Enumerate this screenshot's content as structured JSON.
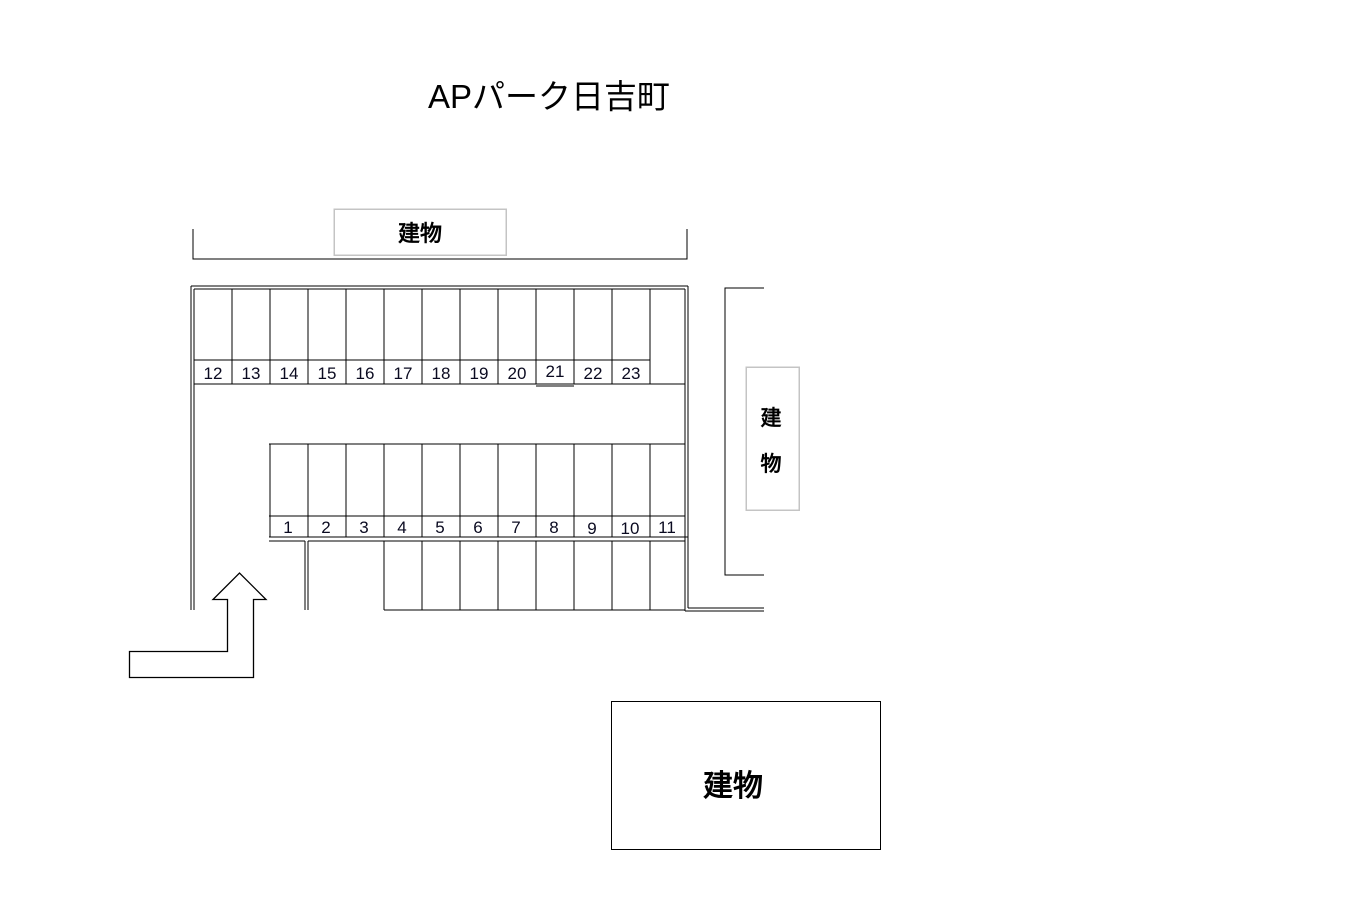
{
  "title": "APパーク日吉町",
  "buildings": {
    "top": {
      "label": "建物"
    },
    "right": {
      "label_line1": "建",
      "label_line2": "物"
    },
    "bottom": {
      "label": "建物"
    }
  },
  "parking": {
    "upper_row": {
      "stalls": [
        "12",
        "13",
        "14",
        "15",
        "16",
        "17",
        "18",
        "19",
        "20",
        "21",
        "22",
        "23"
      ]
    },
    "lower_row": {
      "stalls": [
        "1",
        "2",
        "3",
        "4",
        "5",
        "6",
        "7",
        "8",
        "9",
        "10",
        "11"
      ]
    }
  },
  "entrance": {
    "icon": "entrance-arrow-icon"
  },
  "colors": {
    "lines": "#000000",
    "building_border": "#c4c4c4",
    "background": "#ffffff"
  }
}
